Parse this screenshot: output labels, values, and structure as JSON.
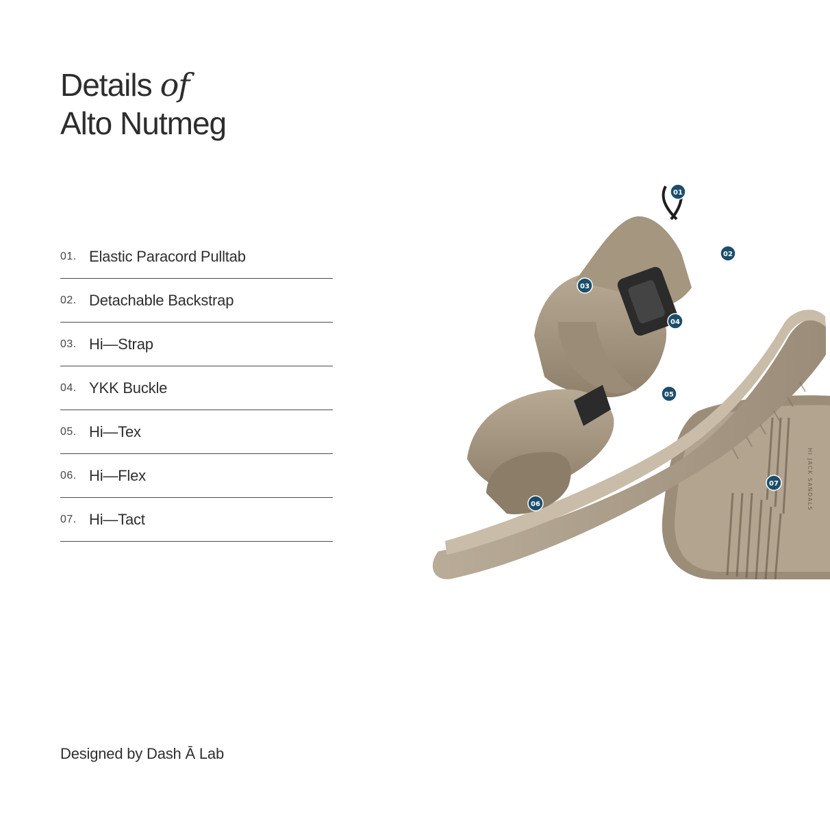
{
  "header": {
    "title_line1": "Details",
    "title_of": "of",
    "title_line2": "Alto Nutmeg"
  },
  "features": [
    {
      "num": "01.",
      "label": "Elastic Paracord Pulltab"
    },
    {
      "num": "02.",
      "label": "Detachable Backstrap"
    },
    {
      "num": "03.",
      "label": "Hi—Strap"
    },
    {
      "num": "04.",
      "label": "YKK Buckle"
    },
    {
      "num": "05.",
      "label": "Hi—Tex"
    },
    {
      "num": "06.",
      "label": "Hi—Flex"
    },
    {
      "num": "07.",
      "label": "Hi—Tact"
    }
  ],
  "hotspots": [
    "01",
    "02",
    "03",
    "04",
    "05",
    "06",
    "07"
  ],
  "sole_brand": "HI JACK SANDALS",
  "footer": {
    "credit": "Designed by Dash Ā Lab"
  },
  "colors": {
    "hotspot": "#1b4e6b",
    "sandal_tan": "#a89a86",
    "text": "#2d2d2d"
  }
}
